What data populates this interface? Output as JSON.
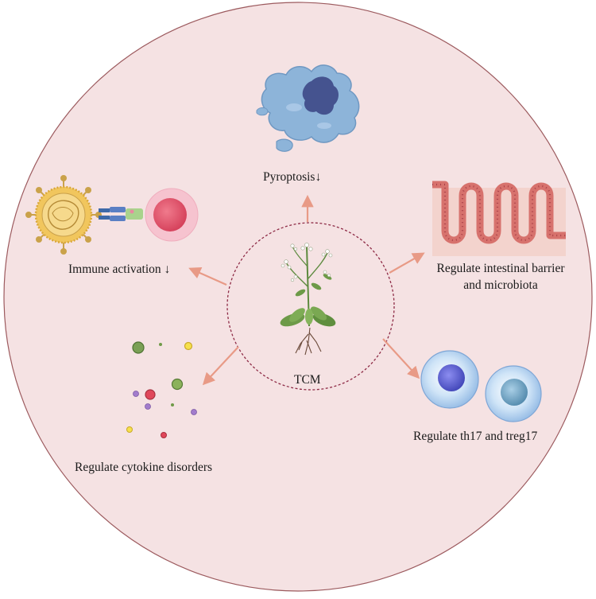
{
  "center": {
    "label": "TCM"
  },
  "labels": {
    "pyroptosis": "Pyroptosis↓",
    "immune": "Immune activation ↓",
    "barrier_line1": "Regulate  intestinal barrier",
    "barrier_line2": "and microbiota",
    "cytokine": "Regulate  cytokine disorders",
    "th17": "Regulate th17 and treg17"
  },
  "colors": {
    "outer_fill": "#f5e2e3",
    "outer_stroke": "#9c5a5e",
    "inner_stroke": "#8e2b46",
    "arrow": "#e89a86"
  }
}
